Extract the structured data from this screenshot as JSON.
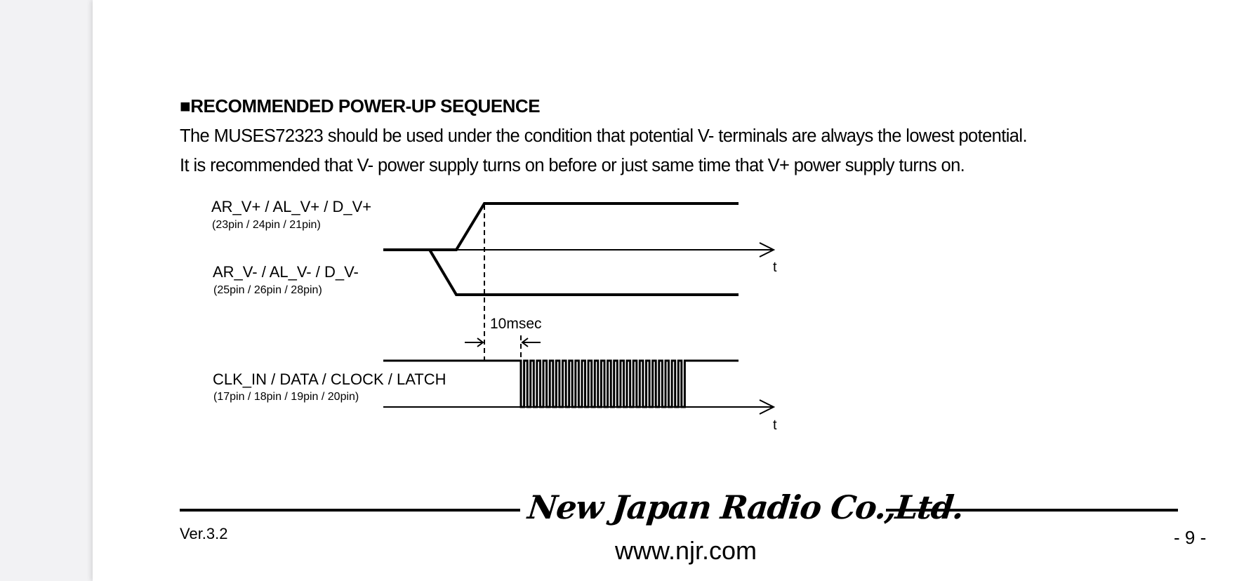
{
  "section": {
    "heading": "■RECOMMENDED POWER-UP SEQUENCE",
    "paragraphs": [
      "The MUSES72323 should be used under the condition that potential V- terminals are always the lowest potential.",
      "It is recommended that V- power supply turns on before or just same time that V+ power supply turns on."
    ]
  },
  "diagram": {
    "signals": [
      {
        "name": "AR_V+ / AL_V+ / D_V+",
        "pins": "(23pin / 24pin / 21pin)"
      },
      {
        "name": "AR_V- / AL_V- / D_V-",
        "pins": "(25pin / 26pin / 28pin)"
      },
      {
        "name": "CLK_IN / DATA / CLOCK / LATCH",
        "pins": "(17pin / 18pin / 19pin / 20pin)"
      }
    ],
    "delay_label": "10msec",
    "time_axis_label": "t"
  },
  "footer": {
    "company_logo": "New Japan Radio Co.,Ltd.",
    "url": "www.njr.com",
    "version": "Ver.3.2",
    "page_number": "- 9 -"
  }
}
